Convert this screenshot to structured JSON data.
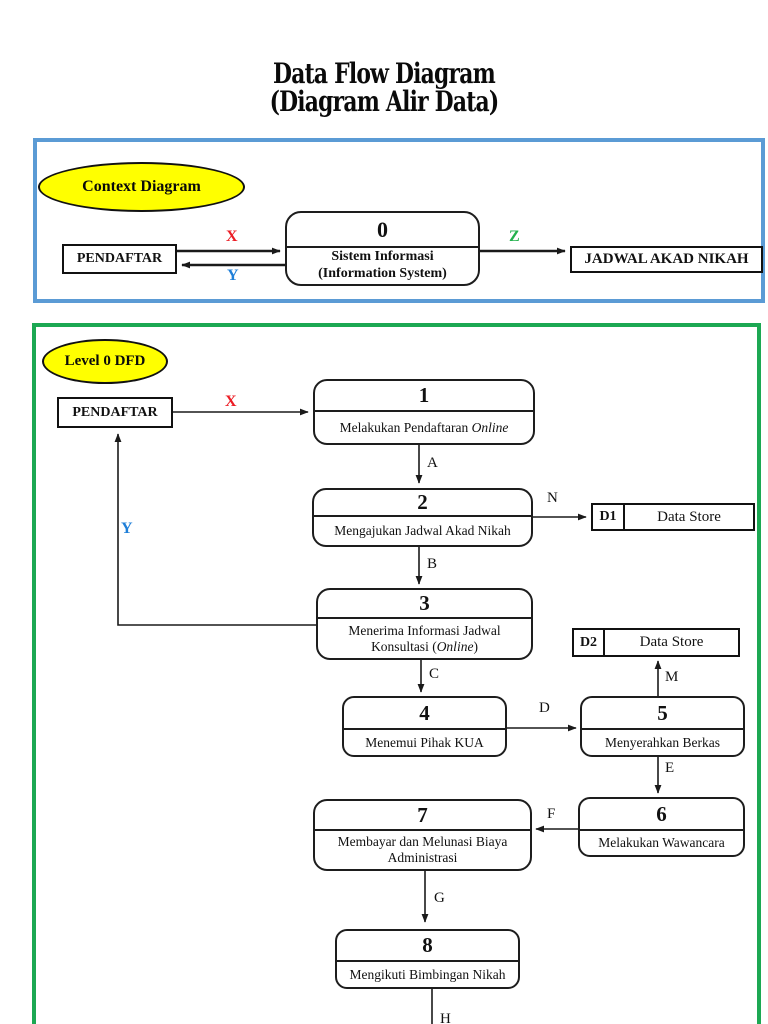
{
  "title": {
    "line1": "Data Flow Diagram",
    "line2": "(Diagram Alir Data)"
  },
  "colors": {
    "context_border": "#5B9BD5",
    "level0_border": "#1CA853",
    "ellipse_fill": "#FFFF00",
    "flow_x": "#EC1C24",
    "flow_y": "#1F7FD8",
    "flow_z": "#22B14C"
  },
  "flows": {
    "x": "X",
    "y": "Y",
    "z": "Z",
    "a": "A",
    "b": "B",
    "c": "C",
    "d": "D",
    "e": "E",
    "f": "F",
    "g": "G",
    "h": "H",
    "m": "M",
    "n": "N"
  },
  "context": {
    "section_label": "Context Diagram",
    "entity_left": "PENDAFTAR",
    "entity_right": "JADWAL AKAD NIKAH",
    "process": {
      "num": "0",
      "line1": "Sistem Informasi",
      "line2": "(Information System)"
    }
  },
  "level0": {
    "section_label": "Level 0 DFD",
    "entity": "PENDAFTAR",
    "p1": {
      "num": "1",
      "text": "Melakukan Pendaftaran",
      "italic": "Online"
    },
    "p2": {
      "num": "2",
      "text": "Mengajukan Jadwal Akad Nikah"
    },
    "p3": {
      "num": "3",
      "line1": "Menerima Informasi Jadwal",
      "line2_pre": "Konsultasi (",
      "line2_italic": "Online",
      "line2_post": ")"
    },
    "p4": {
      "num": "4",
      "text": "Menemui Pihak KUA"
    },
    "p5": {
      "num": "5",
      "text": "Menyerahkan Berkas"
    },
    "p6": {
      "num": "6",
      "text": "Melakukan Wawancara"
    },
    "p7": {
      "num": "7",
      "line1": "Membayar dan Melunasi Biaya",
      "line2": "Administrasi"
    },
    "p8": {
      "num": "8",
      "text": "Mengikuti Bimbingan Nikah"
    },
    "d1": {
      "id": "D1",
      "label": "Data Store"
    },
    "d2": {
      "id": "D2",
      "label": "Data Store"
    }
  }
}
